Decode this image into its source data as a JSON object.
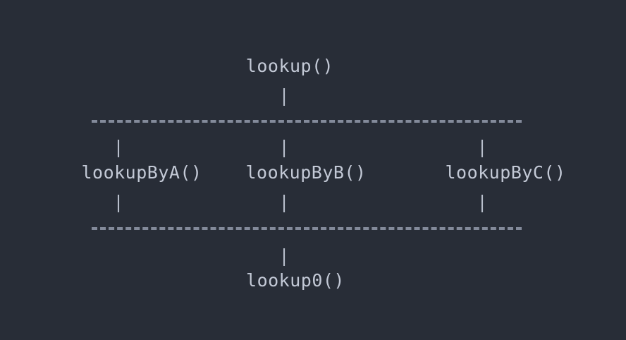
{
  "diagram": {
    "type": "call-graph",
    "background_color": "#282d37",
    "text_color": "#c3c9d6",
    "divider_color": "#888fa0",
    "connector_glyph": "|",
    "top": {
      "label": "lookup()",
      "connector": "|"
    },
    "divider_top": {
      "style": "dashed"
    },
    "middle": {
      "items": [
        {
          "label": "lookupByA()",
          "connector_above": "|",
          "connector_below": "|"
        },
        {
          "label": "lookupByB()",
          "connector_above": "|",
          "connector_below": "|"
        },
        {
          "label": "lookupByC()",
          "connector_above": "|",
          "connector_below": "|"
        }
      ]
    },
    "divider_bottom": {
      "style": "dashed"
    },
    "bottom": {
      "connector": "|",
      "label": "lookup0()"
    }
  }
}
